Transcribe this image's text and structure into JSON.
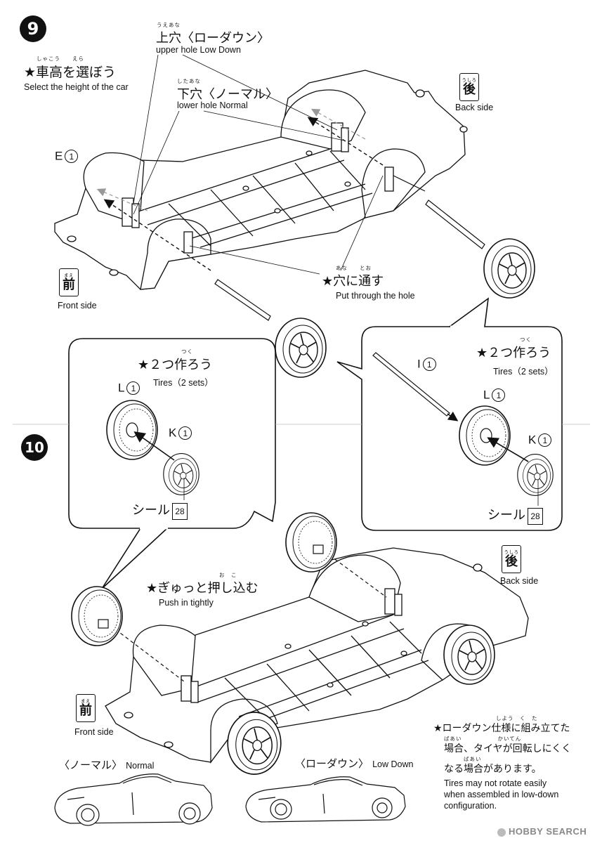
{
  "step9": {
    "number": "9",
    "title_ruby": "しゃこう　　えら",
    "title": "★車高を選ぼう",
    "title_en": "Select the height of the car",
    "upper_ruby": "うえあな",
    "upper_jp": "上穴〈ローダウン〉",
    "upper_en": "upper hole   Low Down",
    "lower_ruby": "したあな",
    "lower_jp": "下穴〈ノーマル〉",
    "lower_en": "lower hole   Normal",
    "part_e": "E",
    "part_e_num": "1",
    "front_ruby": "まえ",
    "front_kanji": "前",
    "front_en": "Front side",
    "back_ruby": "うしろ",
    "back_kanji": "後",
    "back_en": "Back side",
    "hole_ruby": "あな　　とお",
    "hole_jp": "★穴に通す",
    "hole_en": "Put through the hole"
  },
  "bubble_left": {
    "ruby": "つく",
    "title": "★２つ作ろう",
    "en": "Tires（2 sets）",
    "part_l": "L",
    "part_l_num": "1",
    "part_k": "K",
    "part_k_num": "1",
    "seal": "シール",
    "seal_num": "28"
  },
  "bubble_right": {
    "ruby": "つく",
    "title": "★２つ作ろう",
    "en": "Tires（2 sets）",
    "part_i": "I",
    "part_i_num": "1",
    "part_l": "L",
    "part_l_num": "1",
    "part_k": "K",
    "part_k_num": "1",
    "seal": "シール",
    "seal_num": "28"
  },
  "step10": {
    "number": "10",
    "push_ruby": "お　こ",
    "push_jp": "★ぎゅっと押し込む",
    "push_en": "Push in tightly",
    "back_ruby": "うしろ",
    "back_kanji": "後",
    "back_en": "Back side",
    "front_ruby": "まえ",
    "front_kanji": "前",
    "front_en": "Front side",
    "normal_jp": "〈ノーマル〉",
    "normal_en": "Normal",
    "lowdown_jp": "〈ローダウン〉",
    "lowdown_en": "Low Down",
    "note_ruby1": "しよう　く　た",
    "note_jp1": "★ローダウン仕様に組み立てた",
    "note_ruby2": "ばあい　　　　　　かいてん",
    "note_jp2": "場合、タイヤが回転しにくく",
    "note_ruby3": "ばあい",
    "note_jp3": "なる場合があります。",
    "note_en1": "Tires may not rotate easily",
    "note_en2": "when assembled in low-down",
    "note_en3": "configuration."
  },
  "watermark": "HOBBY SEARCH"
}
